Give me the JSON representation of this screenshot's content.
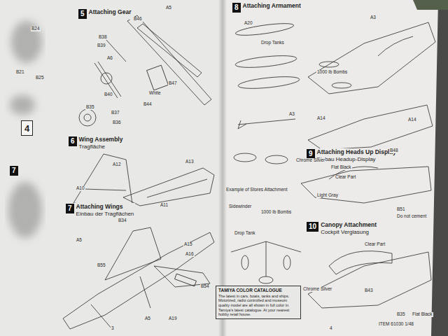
{
  "diagram": {
    "nodes": [
      {
        "text": [
          "4"
        ]
      },
      {
        "text": [
          "7"
        ]
      },
      {
        "text": [
          "5",
          "Attaching Gear"
        ]
      },
      {
        "text": [
          "6",
          "Wing Assembly",
          "Tragfläche"
        ]
      },
      {
        "text": [
          "7",
          "Attaching Wings",
          "Einbau der Tragflächen"
        ]
      },
      {
        "text": [
          "8",
          "Attaching Armament"
        ]
      },
      {
        "text": [
          "TAMIYA COLOR CATALOGUE",
          "The latest in cars, boats, tanks and ships. Motorized, radio controlled and museum quality model are all shown in full color in Tamiya's latest catalogue. At your nearest hobby retail house."
        ]
      },
      {
        "text": [
          "9",
          "Attaching Heads Up Display",
          "Einbau Headup-Display"
        ]
      },
      {
        "text": [
          "10",
          "Canopy Attachment",
          "Cockpit Verglasung"
        ]
      }
    ],
    "labels": [
      "B24",
      "B21",
      "B25",
      "A5",
      "B38",
      "B39",
      "B46",
      "A6",
      "B40",
      "White",
      "B44",
      "B47",
      "B35",
      "B37",
      "B36",
      "A12",
      "A10",
      "A13",
      "A11",
      "B34",
      "A5",
      "B55",
      "A15",
      "A16",
      "B54",
      "A5",
      "A19",
      "3",
      "A20",
      "Drop Tanks",
      "A3",
      "Example of Stores Attachment",
      "Sidewinder",
      "1000 lb Bombs",
      "Drop Tank",
      "A3",
      "1000 lb Bombs",
      "A14",
      "A14",
      "B48",
      "Chrome Silver",
      "Flat Black",
      "Clear Part",
      "Light Gray",
      "B51",
      "Do not cement",
      "Clear Part",
      "Chrome Silver",
      "B43",
      "B35",
      "Flat Black",
      "4",
      "ITEM 61030 1/48"
    ]
  }
}
